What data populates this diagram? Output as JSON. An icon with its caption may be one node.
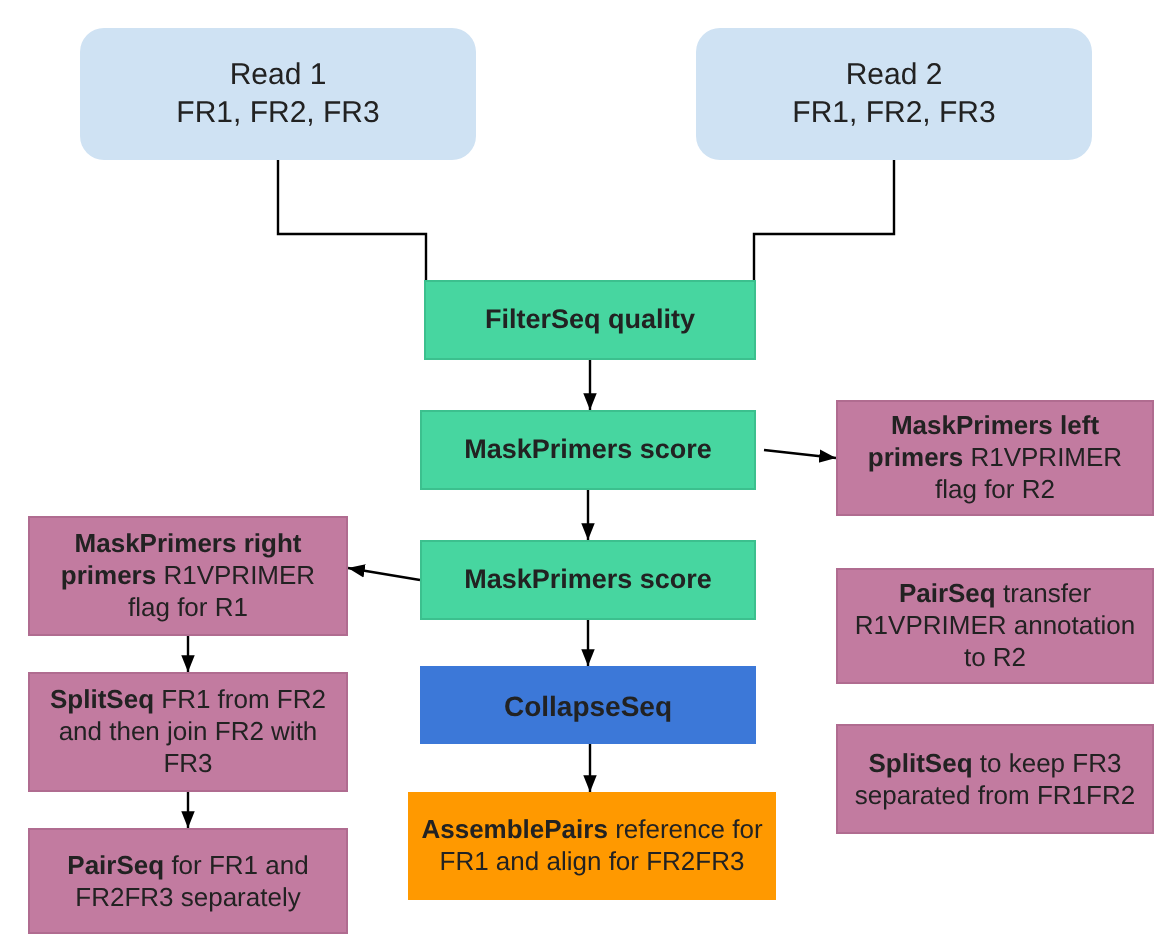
{
  "diagram": {
    "nodes": [
      {
        "text": [
          "Read 1",
          "FR1, FR2, FR3"
        ]
      },
      {
        "text": [
          "Read 2",
          "FR1, FR2, FR3"
        ]
      },
      {
        "text": [
          "FilterSeq quality"
        ]
      },
      {
        "text": [
          "MaskPrimers score"
        ]
      },
      {
        "text": [
          "**MaskPrimers left primers** R1VPRIMER flag for R2"
        ]
      },
      {
        "text": [
          "MaskPrimers score"
        ]
      },
      {
        "text": [
          "**MaskPrimers right primers** R1VPRIMER flag for R1"
        ]
      },
      {
        "text": [
          "**SplitSeq** FR1 from FR2 and then join FR2 with FR3"
        ]
      },
      {
        "text": [
          "**PairSeq** for FR1 and FR2FR3 separately"
        ]
      },
      {
        "text": [
          "CollapseSeq"
        ]
      },
      {
        "text": [
          "**AssemblePairs** reference for FR1 and align for FR2FR3"
        ]
      },
      {
        "text": [
          "**PairSeq** transfer R1VPRIMER annotation to R2"
        ]
      },
      {
        "text": [
          "**SplitSeq** to keep FR3 separated from FR1FR2"
        ]
      }
    ],
    "edges": [
      {
        "from": 0,
        "to": 2,
        "arrow": "none"
      },
      {
        "from": 1,
        "to": 2,
        "arrow": "none"
      },
      {
        "from": 2,
        "to": 3,
        "arrow": "to"
      },
      {
        "from": 3,
        "to": 4,
        "arrow": "to"
      },
      {
        "from": 3,
        "to": 5,
        "arrow": "to"
      },
      {
        "from": 5,
        "to": 6,
        "arrow": "to"
      },
      {
        "from": 6,
        "to": 7,
        "arrow": "to"
      },
      {
        "from": 7,
        "to": 8,
        "arrow": "to"
      },
      {
        "from": 5,
        "to": 9,
        "arrow": "to"
      },
      {
        "from": 9,
        "to": 10,
        "arrow": "to"
      }
    ]
  }
}
